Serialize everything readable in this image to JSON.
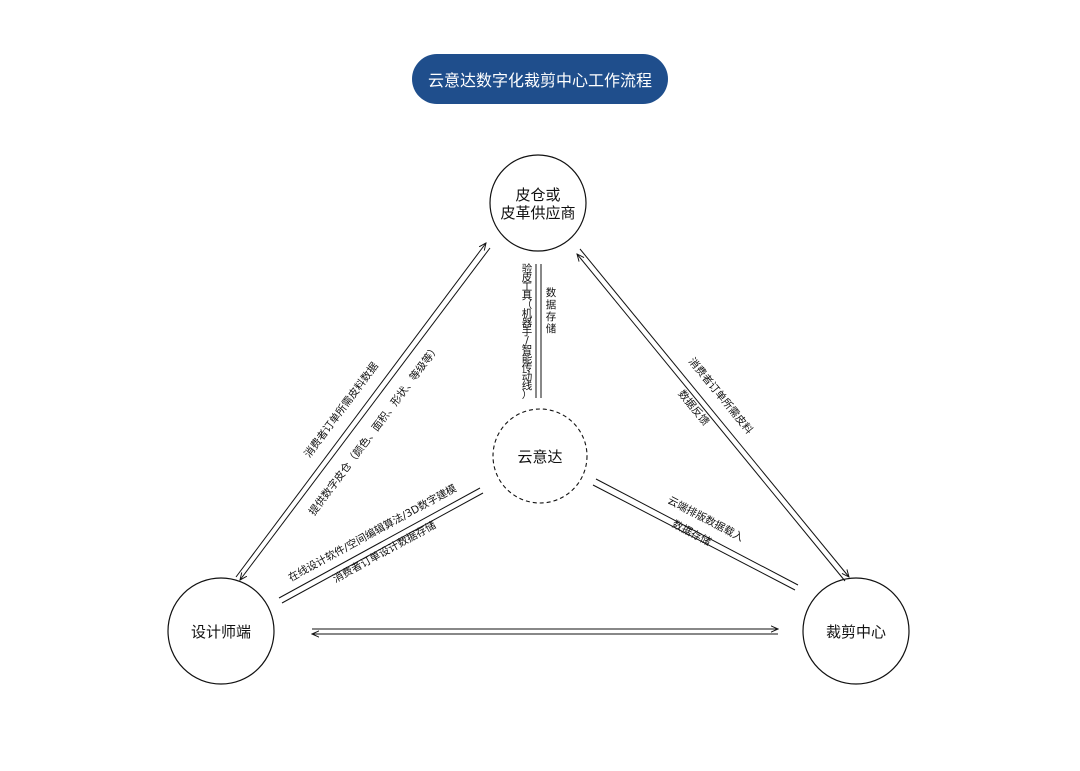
{
  "title": "云意达数字化裁剪中心工作流程",
  "nodes": {
    "supplier": [
      "皮仓或",
      "皮革供应商"
    ],
    "center": "云意达",
    "designer": "设计师端",
    "cutting": "裁剪中心"
  },
  "edges": {
    "designer_supplier": [
      "消费者订单所需皮料数据",
      "提供数字皮仓（颜色、面积、形状、等级等）"
    ],
    "supplier_yunyida": {
      "left": [
        "验",
        "皮",
        "工",
        "具",
        "（",
        "机",
        "器",
        "手",
        "/",
        "智",
        "能",
        "传",
        "动",
        "线",
        "）"
      ],
      "right": [
        "数",
        "据",
        "存",
        "储"
      ]
    },
    "supplier_cutting": [
      "消费者订单所需皮料",
      "数据反馈"
    ],
    "designer_yunyida": [
      "在线设计软件/空间编辑算法/3D数字建模",
      "消费者订单设计数据存储"
    ],
    "yunyida_cutting": [
      "云端排版数据载入",
      "数据存储"
    ]
  }
}
